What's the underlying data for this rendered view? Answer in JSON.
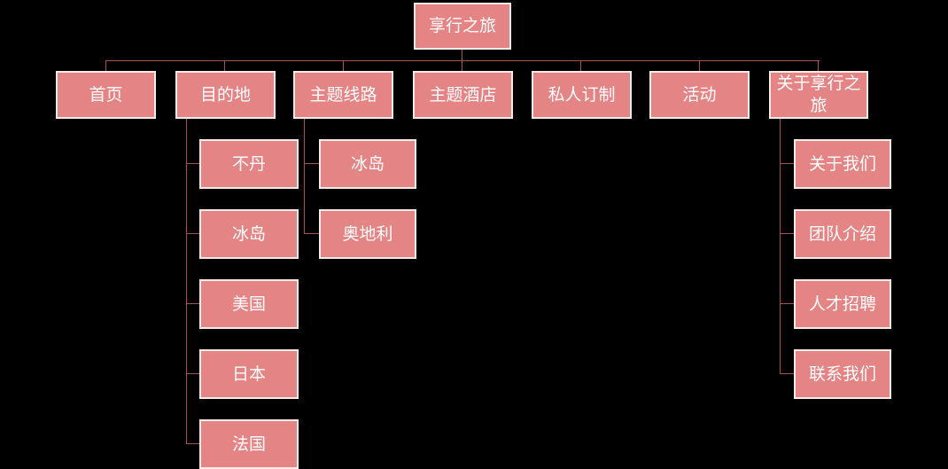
{
  "diagram": {
    "type": "sitemap-tree",
    "background_color": "#000000",
    "node_fill_color": "#e58484",
    "node_border_color": "#f5ecea",
    "connector_color": "#a85350",
    "text_color": "#ffffff",
    "root": {
      "label": "享行之旅"
    },
    "level1": [
      {
        "label": "首页",
        "children": []
      },
      {
        "label": "目的地",
        "children": [
          {
            "label": "不丹"
          },
          {
            "label": "冰岛"
          },
          {
            "label": "美国"
          },
          {
            "label": "日本"
          },
          {
            "label": "法国"
          }
        ]
      },
      {
        "label": "主题线路",
        "children": [
          {
            "label": "冰岛"
          },
          {
            "label": "奥地利"
          }
        ]
      },
      {
        "label": "主题酒店",
        "children": []
      },
      {
        "label": "私人订制",
        "children": []
      },
      {
        "label": "活动",
        "children": []
      },
      {
        "label": "关于享行之旅",
        "children": [
          {
            "label": "关于我们"
          },
          {
            "label": "团队介绍"
          },
          {
            "label": "人才招聘"
          },
          {
            "label": "联系我们"
          }
        ]
      }
    ]
  }
}
